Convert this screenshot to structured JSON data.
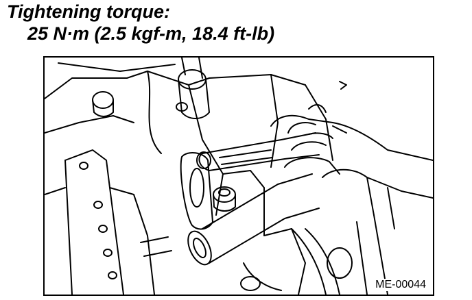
{
  "caption": {
    "line1": "Tightening torque:",
    "line2": "25 N·m (2.5 kgf-m, 18.4 ft-lb)"
  },
  "figure": {
    "code": "ME-00044"
  },
  "colors": {
    "ink": "#000000",
    "paper": "#ffffff"
  }
}
